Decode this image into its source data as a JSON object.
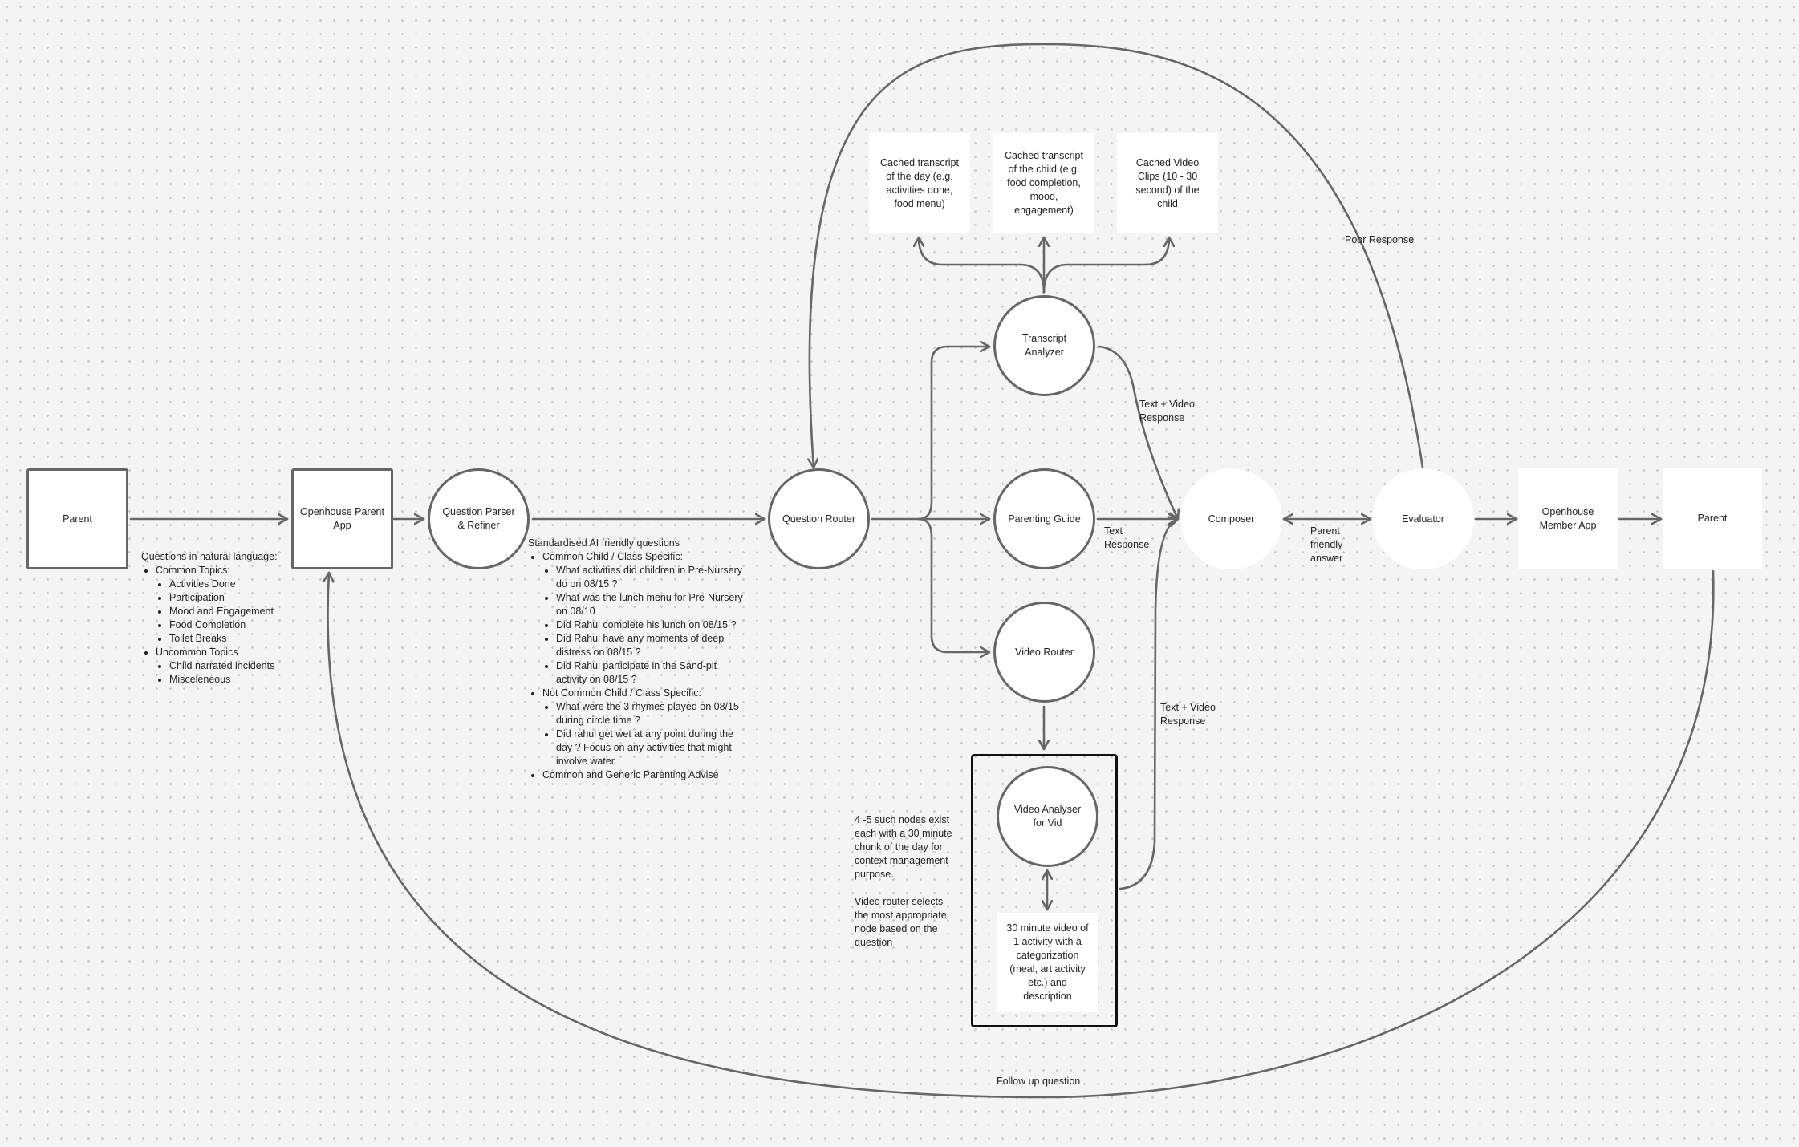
{
  "nodes": {
    "parent_start": "Parent",
    "openhouse_parent_app": "Openhouse Parent App",
    "question_parser": "Question Parser & Refiner",
    "question_router": "Question Router",
    "cached_day": "Cached transcript of the day (e.g. activities done, food menu)",
    "cached_child": "Cached transcript of the child (e.g. food completion, mood, engagement)",
    "cached_video": "Cached Video Clips (10 - 30 second) of the child",
    "transcript_analyzer": "Transcript Analyzer",
    "parenting_guide": "Parenting Guide",
    "video_router": "Video Router",
    "video_analyser": "Video Analyser for Vid",
    "video_description": "30 minute video of 1 activity with a categorization (meal, art activity etc.) and description",
    "composer": "Composer",
    "evaluator": "Evaluator",
    "member_app": "Openhouse Member App",
    "parent_end": "Parent"
  },
  "edge_labels": {
    "text_video_top": "Text + Video Response",
    "text_response": "Text Response",
    "text_video_bottom": "Text + Video Response",
    "parent_friendly": "Parent friendly answer",
    "poor_response": "Poor Response",
    "follow_up": "Follow up question"
  },
  "notes": {
    "natural_language": {
      "heading": "Questions in natural language:",
      "groups": [
        {
          "label": "Common Topics:",
          "items": [
            "Activities Done",
            "Participation",
            "Mood and Engagement",
            "Food Completion",
            "Toilet Breaks"
          ]
        },
        {
          "label": "Uncommon Topics",
          "items": [
            "Child narrated incidents",
            "Misceleneous"
          ]
        }
      ]
    },
    "standardised": {
      "heading": "Standardised AI friendly questions",
      "groups": [
        {
          "label": "Common Child / Class Specific:",
          "items": [
            "What activities did children in Pre-Nursery do on 08/15 ?",
            "What was the lunch menu for Pre-Nursery on 08/10",
            "Did Rahul complete his lunch on 08/15 ?",
            "Did Rahul have any moments of deep distress on 08/15 ?",
            "Did Rahul participate in the Sand-pit activity on 08/15 ?"
          ]
        },
        {
          "label": "Not Common Child / Class Specific:",
          "items": [
            "What were the 3 rhymes played on 08/15 during circle time ?",
            "Did rahul get wet at any point during the day ? Focus on any activities that might involve water."
          ]
        },
        {
          "label": "Common and Generic Parenting Advise",
          "items": []
        }
      ]
    },
    "video_nodes": {
      "para1": "4 -5 such nodes exist each with a 30 minute chunk of the day for context management purpose.",
      "para2": "Video router selects the most appropriate node based on the question"
    }
  },
  "colors": {
    "background": "#f4f4f4",
    "stroke": "#666666",
    "frame": "#111111"
  }
}
